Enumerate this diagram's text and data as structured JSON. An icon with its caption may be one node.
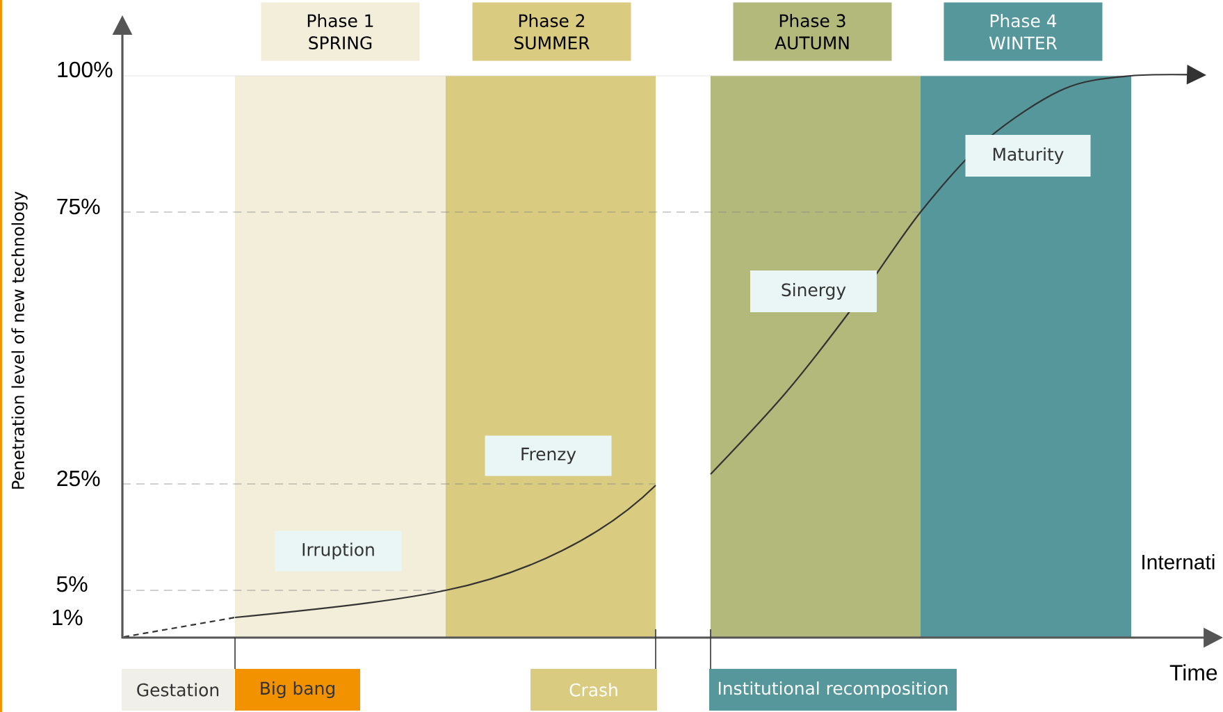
{
  "diagram": {
    "nodes": [
      {
        "text": [
          "Phase 1",
          "SPRING"
        ]
      },
      {
        "text": [
          "Phase 2",
          "SUMMER"
        ]
      },
      {
        "text": [
          "Phase 3",
          "AUTUMN"
        ]
      },
      {
        "text": [
          "Phase 4",
          "WINTER"
        ]
      },
      {
        "text": [
          "Maturity"
        ]
      },
      {
        "text": [
          "Sinergy"
        ]
      },
      {
        "text": [
          "Frenzy"
        ]
      },
      {
        "text": [
          "Irruption"
        ]
      },
      {
        "text": [
          "Gestation"
        ]
      },
      {
        "text": [
          "Big bang"
        ]
      },
      {
        "text": [
          "Crash"
        ]
      },
      {
        "text": [
          "Institutional recomposition"
        ]
      }
    ],
    "edges": [],
    "labels": [
      "100%",
      "75%",
      "25%",
      "5%",
      "1%",
      "Penetration level of new technology",
      "Internati",
      "Time"
    ]
  }
}
